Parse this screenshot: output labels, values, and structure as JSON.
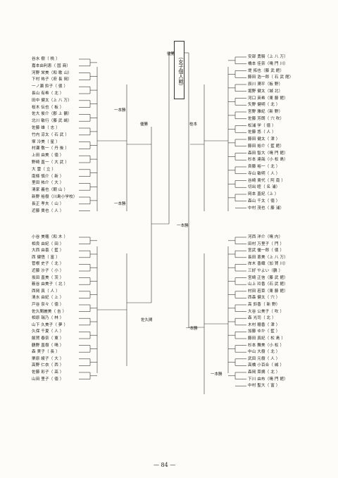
{
  "title": "（女子個人戦）",
  "page_number": "— 84 —",
  "champion_label": "優勝",
  "left_top": [
    "谷水 樹（ 桃 ）",
    "嘉本由利恵（ 国 商）",
    "河野 栄美（和 歌 山）",
    "下村 祐子（府 長 岡）",
    "一ノ瀬 鈴子（ 徳 ）",
    "長山 有希（ 北 ）",
    "田中 健太（上 八 万）",
    "桜木 伝也（ 板 ）",
    "佐大 俊介（郡 上 鶴）",
    "北川 敏行（藤 武 嶋）",
    "佐藤 雄（ 志 ）",
    "竹内 涼太（ 石 武 ）",
    "塚 冷美（ 星 ）",
    "村瀬 敬一（ 丹 後 ）",
    "上田 由美（ 徳 ）",
    "野崎 直一（ 大 武 ）",
    "大 雲（ 立 ）",
    "南條 慎介（ 新 ）",
    "里田 祐介（ 大 ）",
    "清家 義也（朝 山 ）",
    "新野 裕樹（川島小学校）",
    "長正 孝夫（ 山 ）",
    "近藤 貴也（ 人 ）"
  ],
  "left_bottom": [
    "小谷 美穂（和 木 ）",
    "相良 由紀（ 田 ）",
    "大西 由喜（ 藍 ）",
    "西 健悟（ 富 ）",
    "菅根 史子（ 北 ）",
    "近藤 沙子（ 小 ）",
    "坂田 直美（ 茨 ）",
    "薮谷 由美子（ 北 ）",
    "西岡 真（ 人 ）",
    "清水 由紀（ 上 ）",
    "戸谷 奈々（ 徳 ）",
    "佐久間麗美（ 吉 ）",
    "相原 瑞乃（ 林 ）",
    "山下 久美子（ 夢 ）",
    "久保 千夏（ 人 ）",
    "飯賀 春奈（ 東 ）",
    "鶴野 直樹（ 鳴 ）",
    "森 実子（ 長 ）",
    "栗原 綾子（ 大 ）",
    "高野 仁衣（ 西 ）",
    "佐藤 彩子（ 高 ）",
    "山田 里子（ 徳 ）"
  ],
  "right_top": [
    "安部 勇騎（上 八 万）",
    "橋本 佳奈（鳴 門 川）",
    "堤 拓也（藤 武 館）",
    "藤田 浩一郎（ 石 武 館）",
    "辰川 潤平（板 野）",
    "堀野 健太（城 北）",
    "河口 英希（東 藤 館）",
    "矢野 健明（ 北 ）",
    "宮野 雅紀（新 野）",
    "佐藤 芳朗（ 穴 吹）",
    "松浦 学（ 徳 ）",
    "佐藤 悠（ 人 ）",
    "藤田 健太（ 津 ）",
    "藤田 裕介（ 藍 館）",
    "森田 智大（鳴 門 館）",
    "杉本 達哉（小 松 島）",
    "斉藤 裕一（ 北 ）",
    "寺山 敏明（ 人 ）",
    "谷崎 貴代（ 阿 南 ）",
    "切出 睦（ 名 浦）",
    "岡本 直紀（上 ）",
    "森山 千太（ 徳 ）",
    "中村 茂也（ 藤 浦）"
  ],
  "right_bottom": [
    "河西 洋介（鳴 内）",
    "田村 万里子（ 門 ）",
    "宮武 優一郎（ 徳 ）",
    "長田 恵美（上 八 万）",
    "岸木 香織（加 賀 川）",
    "三好 やよい（鶴 ）",
    "宮崎 正信（藤 武 館）",
    "山上 玲香（石 武 館）",
    "村田 若菜（東 藤 館）",
    "西森 健太（ 穴 ）",
    "高 鈴香（ 新 野）",
    "大谷 公美子（ 吹 ）",
    "森 光司（ 北 ）",
    "木村 穂香（ 津 ）",
    "加藤 ゆか（ 藍 ）",
    "藤田 真紀（ 松 島 ）",
    "杉本 舞美（小 松 ）",
    "中山 大樹（ 北 ）",
    "武田 元樹（ 人 ）",
    "高橋 小百合（ 誠 ）",
    "森岡 菜摘（ 北 ）",
    "下川 由布（鳴 門 館）",
    "中村 聖大（ 富 ）"
  ],
  "winner_labels": {
    "left_upper": "一本勝",
    "left_mid": "優勝",
    "left_lower": "一本勝",
    "center_left": "一本勝",
    "center_right": "一本勝",
    "right_upper": "桂本",
    "right_lower": "一本勝",
    "bottom_center": "佐久間"
  }
}
